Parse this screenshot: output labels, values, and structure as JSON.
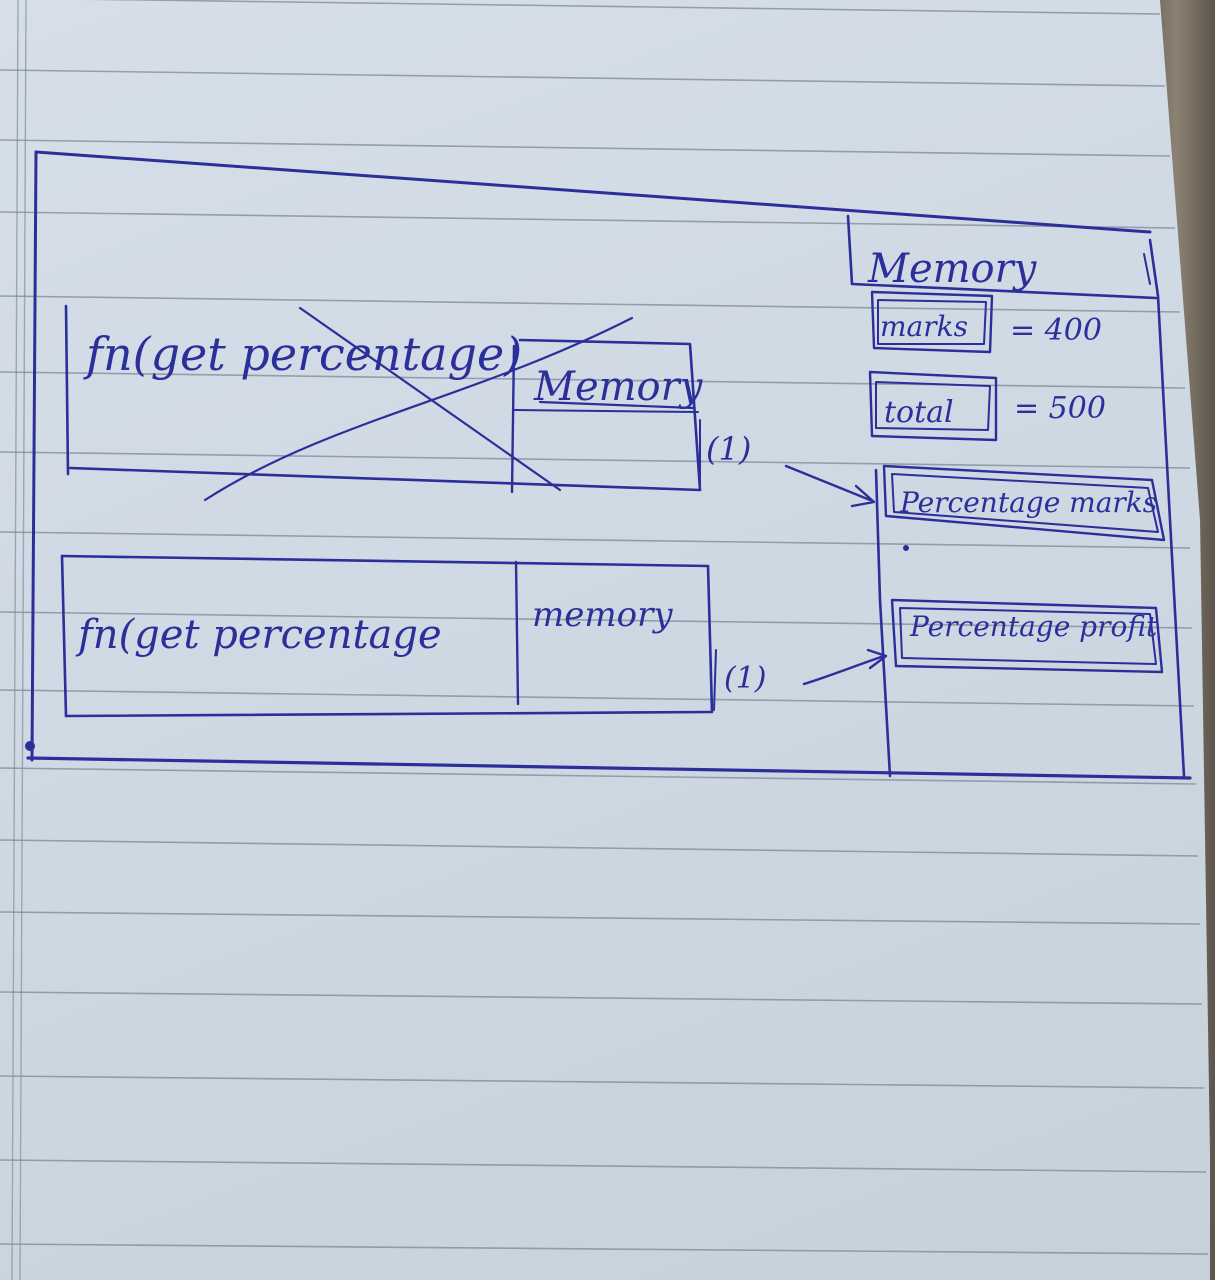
{
  "diagram": {
    "outer_frame": {},
    "crossed_function": {
      "label": "fn(get percentage)",
      "memory_label": "Memory",
      "call_marker": "(1)",
      "crossed_out": true
    },
    "active_function": {
      "label": "fn(get percentage",
      "memory_label": "memory",
      "call_marker": "(1)"
    },
    "global_memory": {
      "title": "Memory",
      "entries": [
        {
          "name": "marks",
          "value": "= 400"
        },
        {
          "name": "total",
          "value": "= 500"
        },
        {
          "name": "Percentage marks",
          "value": ""
        },
        {
          "name": "Percentage profit",
          "value": ""
        }
      ]
    }
  },
  "colors": {
    "ink": "#2a2f9a",
    "paper": "#cfd9e3",
    "rule_line": "#7d8a98"
  }
}
